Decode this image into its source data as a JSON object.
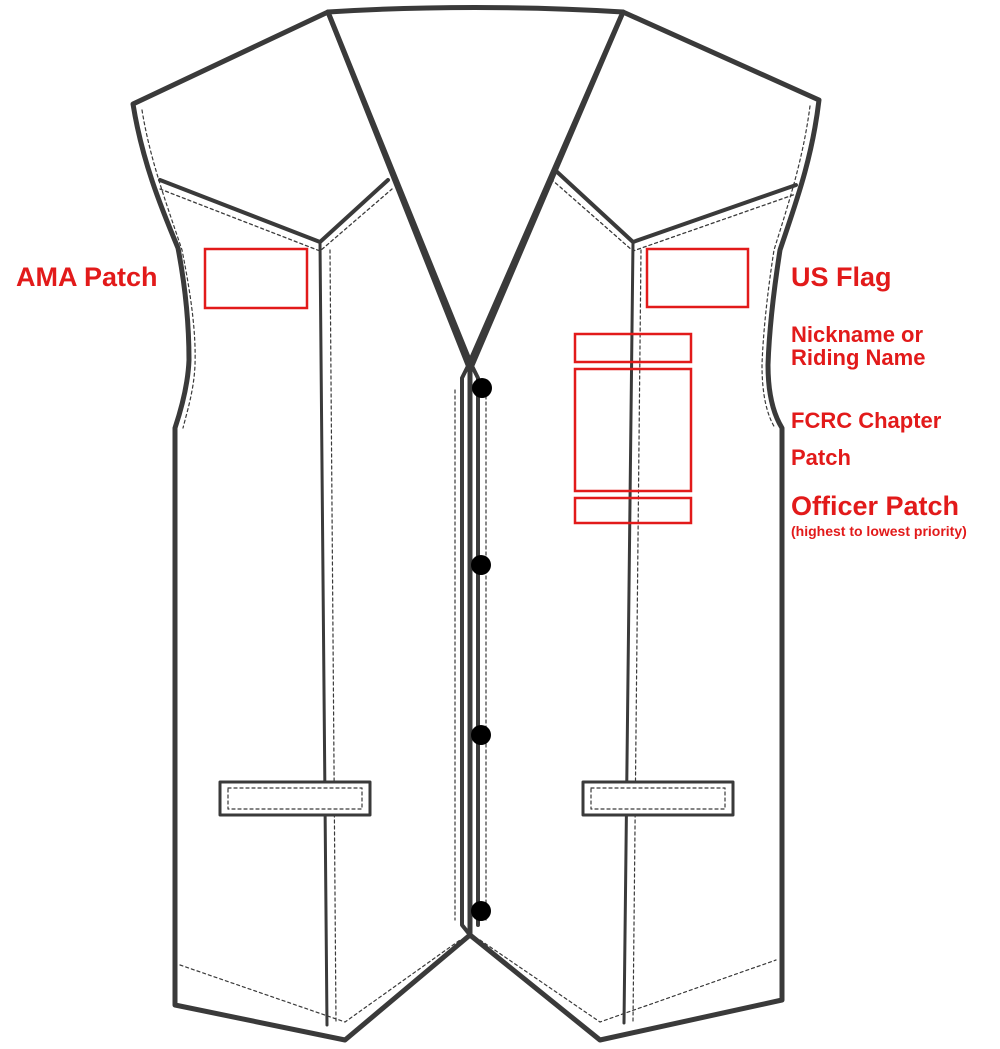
{
  "colors": {
    "label": "#e21a1a",
    "patch_outline": "#e21a1a",
    "vest_outline": "#3a3a3a",
    "button": "#000000"
  },
  "labels": {
    "ama_patch": "AMA Patch",
    "us_flag": "US Flag",
    "nickname_line1": "Nickname or",
    "nickname_line2": "Riding Name",
    "chapter_line1": "FCRC Chapter",
    "chapter_line2": "Patch",
    "officer_patch": "Officer Patch",
    "officer_note": "(highest to lowest priority)"
  },
  "buttons_count": 4
}
